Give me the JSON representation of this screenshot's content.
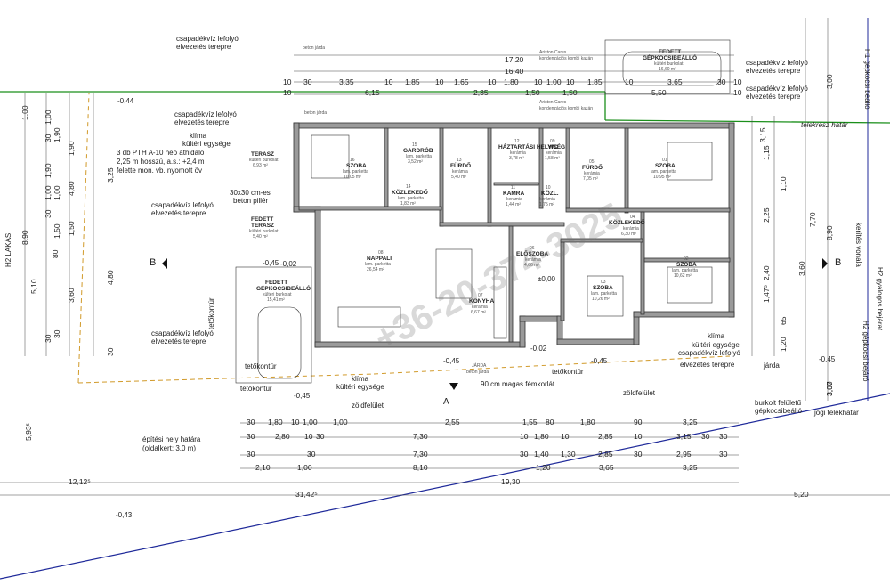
{
  "top_dims": {
    "row1": [
      "17,20"
    ],
    "row2": [
      "16,40"
    ],
    "row3": [
      "10",
      "30",
      "3,35",
      "10",
      "1,85",
      "10",
      "1,65",
      "10",
      "1,80",
      "10",
      "1,00",
      "10",
      "1,85",
      "10",
      "3,65",
      "30",
      "10"
    ],
    "row4": [
      "10",
      "6,15",
      "2,35",
      "1,50",
      "1,50",
      "5,50",
      "10"
    ]
  },
  "annotations": {
    "drain1": "csapadékvíz lefolyó",
    "drain1b": "elvezetés terepre",
    "drain2": "csapadékvíz lefolyó",
    "drain2b": "elvezetés terepre",
    "drain3": "csapadékvíz lefolyó",
    "drain3b": "elvezetés terepre",
    "drain4": "csapadékvíz lefolyó",
    "drain4b": "elvezetés terepre",
    "drain5": "csapadékvíz lefolyó",
    "drain5b": "elvezetés terepre",
    "drain6": "csapadékvíz lefolyó",
    "drain6b": "elvezetés terepre",
    "drain7": "csapadékvíz lefolyó",
    "drain7b": "elvezetés terepre",
    "beton_jarda1": "beton járda",
    "beton_jarda2": "beton járda",
    "ariston1": "Ariston Cares",
    "ariston1b": "kondenzációs kombi kazán",
    "ariston2": "Ariston Cares",
    "ariston2b": "kondenzációs kombi kazán",
    "klima1": "klíma",
    "klima1b": "kültéri egysége",
    "klima2": "klíma",
    "klima2b": "kültéri egysége",
    "klima3": "klíma",
    "klima3b": "kültéri egysége",
    "lintel1": "3 db PTH A-10 neo áthidaló",
    "lintel2": "2,25 m hosszú, a.s.: +2,4 m",
    "lintel3": "felette mon. vb. nyomott öv",
    "pillar1": "30x30 cm-es",
    "pillar2": "beton pillér",
    "telekresz": "telekrész határ",
    "kerites": "kerítés vonala",
    "garage_entry1": "H1 gépkocsi beálló",
    "garage_entry2": "H2 gyalogos bejárat",
    "garage_entry3": "H2 gépkocsi bejáró",
    "jarda": "járda",
    "burkolt1": "burkolt felületű",
    "burkolt2": "gépkocsibeálló",
    "jogi": "jogi telekhatár",
    "epitesi1": "építési hely határa",
    "epitesi2": "(oldalkert: 3,0 m)",
    "zold1": "zöldfelület",
    "zold2": "zöldfelület",
    "fem": "90 cm magas fémkorlát",
    "tetokontur1": "tetőkontúr",
    "tetokontur2": "tetőkontúr",
    "tetokontur3": "tetőkontúr",
    "tetokontur4": "tetőkontúr",
    "h2lakas": "H2 LAKÁS",
    "jarda_beton": "JÁRDA",
    "jarda_beton2": "beton járda",
    "section_b": "B",
    "section_a": "A",
    "lvl1": "-0,44",
    "lvl2": "-0,02",
    "lvl3": "-0,45",
    "lvl4": "-0,45",
    "lvl5": "-0,45",
    "lvl6": "-0,43",
    "lvl7": "-0,45",
    "lvl8": "-0,02",
    "lvl9": "-0,45",
    "lvl10": "±0,00",
    "watermark": "+36-20-374-3025"
  },
  "rooms": [
    {
      "num": "16",
      "name": "SZOBA",
      "floor": "lam. parketta",
      "area": "10,05 m²"
    },
    {
      "num": "15",
      "name": "GARDRÓB",
      "floor": "lam. parketta",
      "area": "3,52 m²"
    },
    {
      "num": "13",
      "name": "FÜRDŐ",
      "floor": "kerámia",
      "area": "5,40 m²"
    },
    {
      "num": "12",
      "name": "HÁZTARTÁSI HELYISÉG",
      "floor": "kerámia",
      "area": "3,78 m²"
    },
    {
      "num": "09",
      "name": "WC",
      "floor": "kerámia",
      "area": "1,58 m²"
    },
    {
      "num": "05",
      "name": "FÜRDŐ",
      "floor": "kerámia",
      "area": "7,05 m²"
    },
    {
      "num": "01",
      "name": "SZOBA",
      "floor": "lam. parketta",
      "area": "10,95 m²"
    },
    {
      "num": "14",
      "name": "KÖZLEKEDŐ",
      "floor": "lam. parketta",
      "area": "1,83 m²"
    },
    {
      "num": "11",
      "name": "KAMRA",
      "floor": "kerámia",
      "area": "1,44 m²"
    },
    {
      "num": "10",
      "name": "KÖZL.",
      "floor": "kerámia",
      "area": "1,75 m²"
    },
    {
      "num": "04",
      "name": "KÖZLEKEDŐ",
      "floor": "kerámia",
      "area": "6,30 m²"
    },
    {
      "num": "08",
      "name": "NAPPALI",
      "floor": "lam. parketta",
      "area": "26,54 m²"
    },
    {
      "num": "06",
      "name": "ELŐSZOBA",
      "floor": "kerámia",
      "area": "4,66 m²"
    },
    {
      "num": "07",
      "name": "KONYHA",
      "floor": "kerámia",
      "area": "6,67 m²"
    },
    {
      "num": "03",
      "name": "SZOBA",
      "floor": "lam. parketta",
      "area": "10,26 m²"
    },
    {
      "num": "02",
      "name": "SZOBA",
      "floor": "lam. parketta",
      "area": "10,62 m²"
    }
  ],
  "outdoor": {
    "terasz1": "TERASZ",
    "terasz1b": "kültéri burkolat",
    "terasz1c": "6,93 m²",
    "terasz2": "FEDETT",
    "terasz2b": "TERASZ",
    "terasz2c": "kültéri burkolat",
    "terasz2d": "5,40 m²",
    "garage1": "FEDETT",
    "garage1b": "GÉPKOCSIBEÁLLÓ",
    "garage1c": "kültéri burkolat",
    "garage1d": "15,41 m²",
    "garage2": "FEDETT",
    "garage2b": "GÉPKOCSIBEÁLLÓ",
    "garage2c": "kültéri burkolat",
    "garage2d": "16,60 m²"
  },
  "bottom_dims": {
    "row1": [
      "30",
      "1,80",
      "10",
      "1,00",
      "1,00",
      "2,55",
      "1,55",
      "80",
      "1,80",
      "90",
      "3,25"
    ],
    "row2": [
      "30",
      "2,80",
      "10",
      "30",
      "7,30",
      "10",
      "1,80",
      "10",
      "2,85",
      "10",
      "3,15",
      "30",
      "30"
    ],
    "row3": [
      "30",
      "30",
      "7,30",
      "30",
      "1,40",
      "1,30",
      "2,85",
      "30",
      "2,95",
      "30"
    ],
    "row4": [
      "2,10",
      "1,00",
      "8,10",
      "1,20",
      "3,65",
      "3,25"
    ],
    "row5": [
      "12,12⁵",
      "19,30"
    ],
    "row6": [
      "31,42⁵",
      "5,20"
    ],
    "side": "5,93⁵"
  },
  "left_dims": {
    "outer": [
      "1,00",
      "8,90",
      "5,10",
      "4,80",
      "3,25",
      "1,00",
      "1,90",
      "4,80",
      "3,60",
      "1,50",
      "80",
      "30"
    ],
    "inner": [
      "30",
      "1,90",
      "1,00",
      "30",
      "30",
      "1,00",
      "1,90",
      "1,50",
      "30"
    ]
  },
  "right_dims": {
    "outer": [
      "3,00",
      "8,90",
      "3,00"
    ],
    "inner": [
      "3,15",
      "2,25",
      "7,70",
      "2,40",
      "3,60",
      "1,47⁵",
      "1,15",
      "1,10",
      "65",
      "1,20",
      "3,67"
    ]
  }
}
